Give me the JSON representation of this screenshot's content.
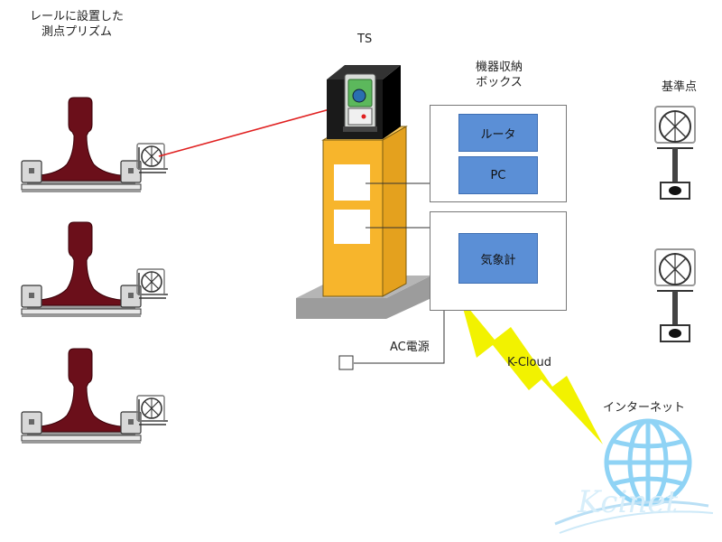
{
  "labels": {
    "rail_prism": [
      "レールに設置した",
      "測点プリズム"
    ],
    "ts": "TS",
    "storage_box": [
      "機器収納",
      "ボックス"
    ],
    "reference_point": "基準点",
    "router": "ルータ",
    "pc": "PC",
    "weather": "気象計",
    "ac_power": "AC電源",
    "k_cloud": "K-Cloud",
    "internet": "インターネット",
    "watermark": "Kcinet"
  },
  "colors": {
    "rail": "#6b0f1a",
    "cabinet": "#f7b52c",
    "box_blue": "#5b8fd6",
    "laser": "#e02020",
    "lightning": "#f2f200",
    "globe": "#8fd3f5"
  }
}
